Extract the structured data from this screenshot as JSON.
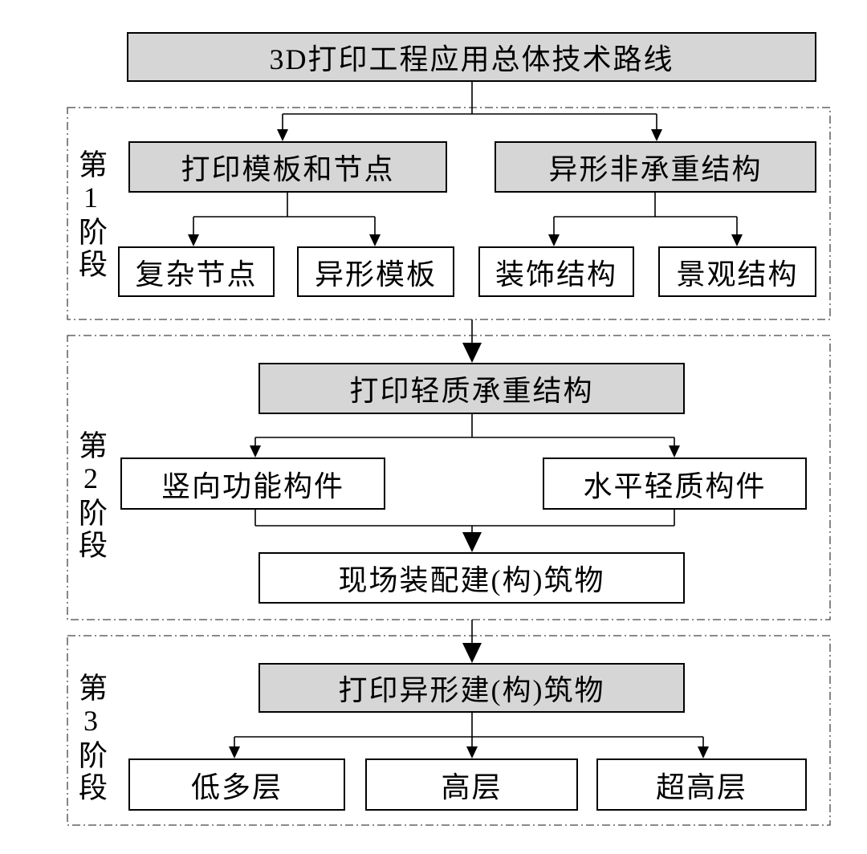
{
  "diagram": {
    "title": "3D打印工程应用总体技术路线",
    "stage1": {
      "label": "第1阶段",
      "branches": [
        {
          "label": "打印模板和节点",
          "children": [
            "复杂节点",
            "异形模板"
          ]
        },
        {
          "label": "异形非承重结构",
          "children": [
            "装饰结构",
            "景观结构"
          ]
        }
      ]
    },
    "stage2": {
      "label": "第2阶段",
      "main": "打印轻质承重结构",
      "children": [
        "竖向功能构件",
        "水平轻质构件"
      ],
      "result": "现场装配建(构)筑物"
    },
    "stage3": {
      "label": "第3阶段",
      "main": "打印异形建(构)筑物",
      "children": [
        "低多层",
        "高层",
        "超高层"
      ]
    }
  },
  "colors": {
    "highlight_fill": "#d6d6d6",
    "plain_fill": "#ffffff",
    "line": "#000000",
    "frame": "#444444"
  }
}
